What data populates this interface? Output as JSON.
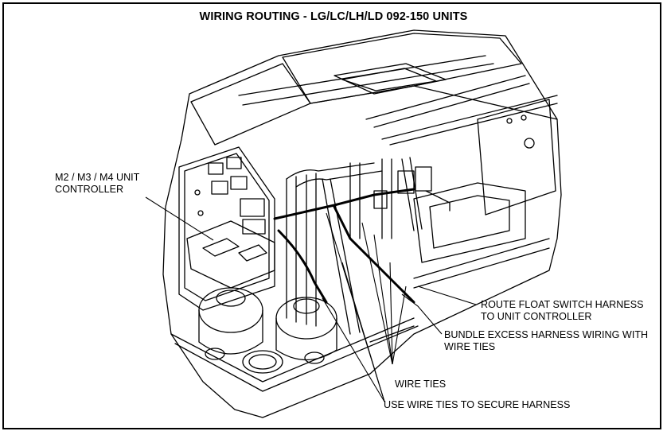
{
  "title": "WIRING ROUTING - LG/LC/LH/LD 092-150 UNITS",
  "callouts": {
    "unit_controller": [
      "M2 / M3 / M4 UNIT",
      "CONTROLLER"
    ],
    "float_switch": [
      "ROUTE FLOAT SWITCH HARNESS",
      "TO UNIT CONTROLLER"
    ],
    "bundle_harness": [
      "BUNDLE EXCESS HARNESS WIRING WITH",
      "WIRE TIES"
    ],
    "wire_ties": "WIRE TIES",
    "secure_harness": "USE WIRE TIES TO SECURE HARNESS"
  }
}
